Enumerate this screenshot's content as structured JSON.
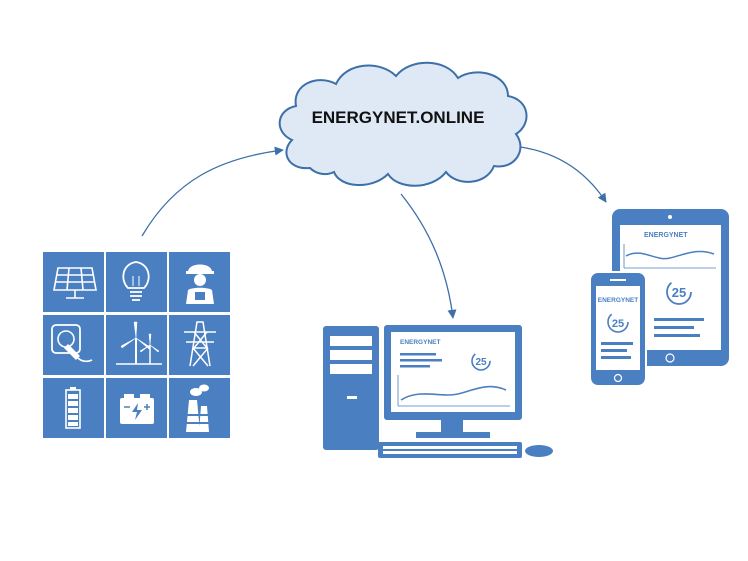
{
  "cloud": {
    "label": "ENERGYNET.ONLINE"
  },
  "devices": {
    "desktop": {
      "brand": "ENERGYNET",
      "gauge_value": "25"
    },
    "tablet": {
      "brand": "ENERGYNET",
      "gauge_value": "25"
    },
    "phone": {
      "brand": "ENERGYNET",
      "gauge_value": "25"
    }
  },
  "tiles": [
    {
      "icon": "solar-panel-icon"
    },
    {
      "icon": "light-bulb-icon"
    },
    {
      "icon": "worker-icon"
    },
    {
      "icon": "power-socket-icon"
    },
    {
      "icon": "wind-turbine-icon"
    },
    {
      "icon": "power-pylon-icon"
    },
    {
      "icon": "battery-icon"
    },
    {
      "icon": "car-battery-icon"
    },
    {
      "icon": "power-plant-icon"
    }
  ],
  "colors": {
    "primary": "#4a7fc1",
    "dark": "#3b6fae",
    "light": "#ffffff",
    "arrow": "#3d6fa8"
  }
}
